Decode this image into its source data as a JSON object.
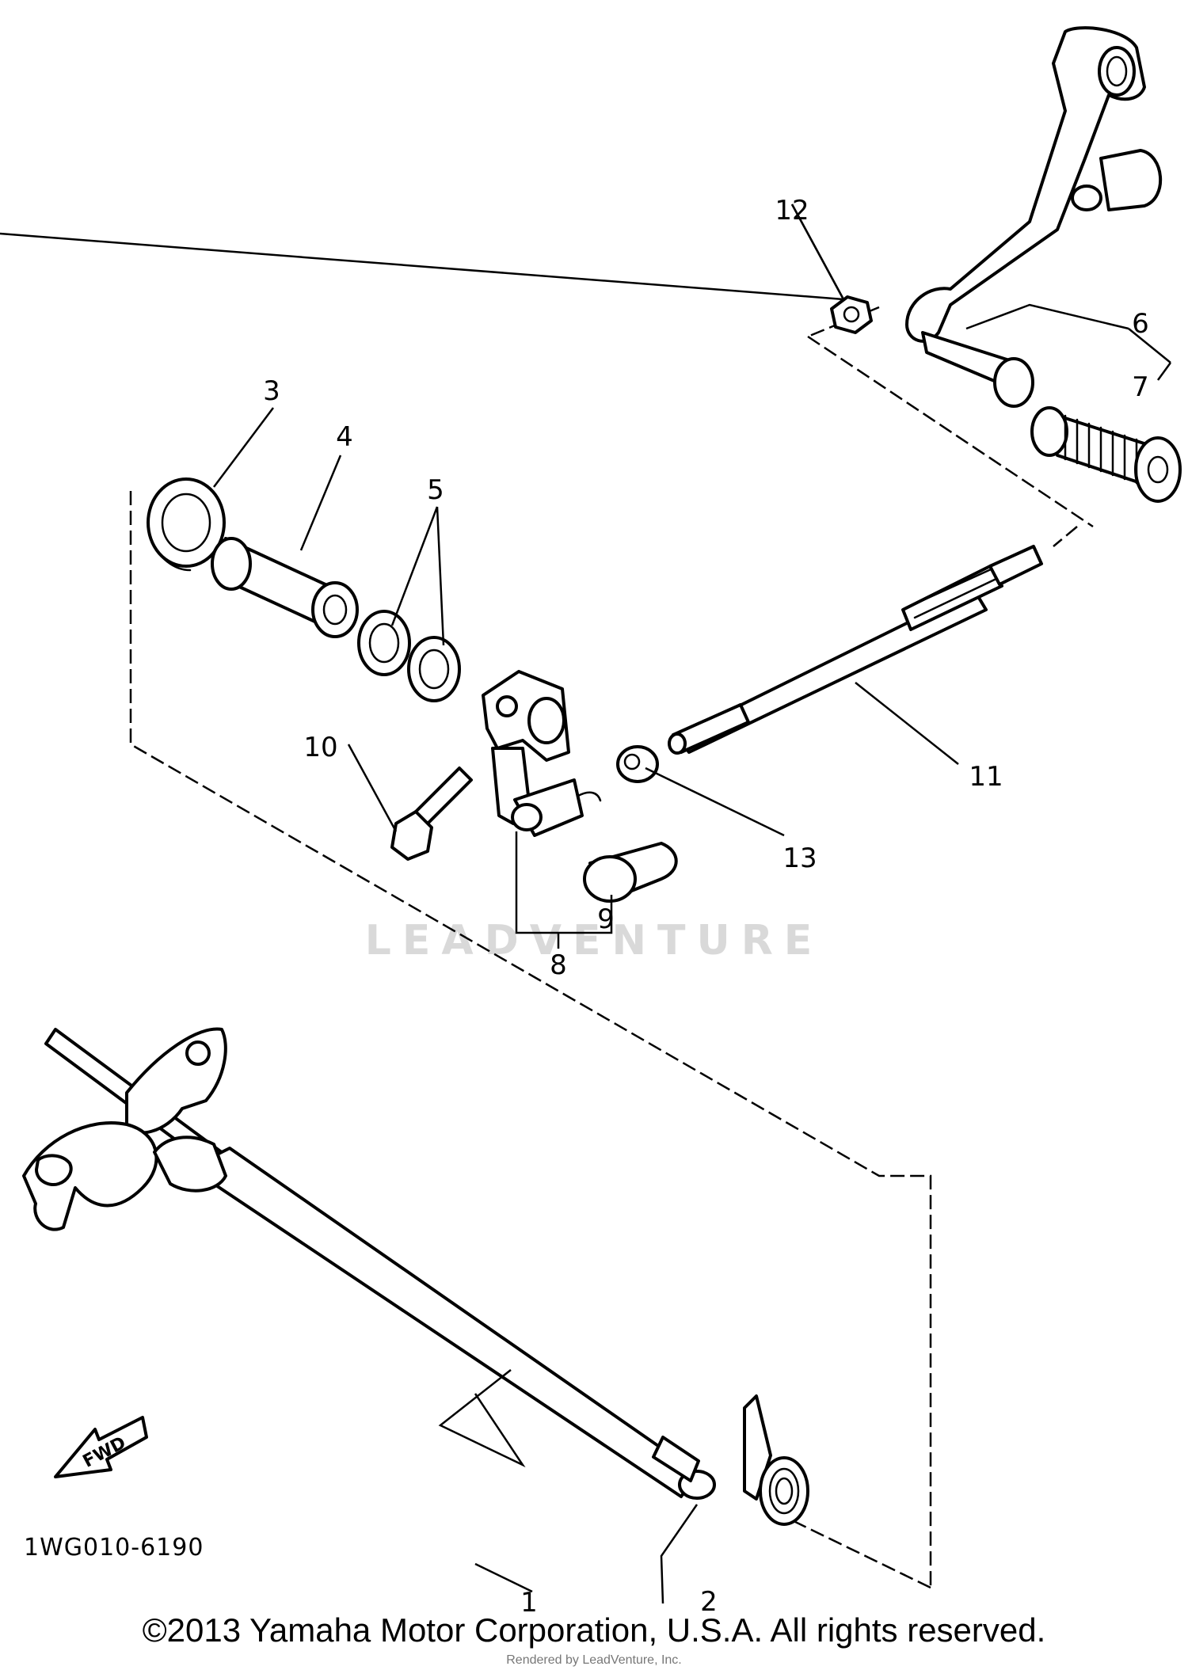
{
  "diagram": {
    "callouts": [
      {
        "id": "1",
        "label": "1"
      },
      {
        "id": "2",
        "label": "2"
      },
      {
        "id": "3",
        "label": "3"
      },
      {
        "id": "4",
        "label": "4"
      },
      {
        "id": "5",
        "label": "5"
      },
      {
        "id": "6",
        "label": "6"
      },
      {
        "id": "7",
        "label": "7"
      },
      {
        "id": "8",
        "label": "8"
      },
      {
        "id": "9",
        "label": "9"
      },
      {
        "id": "10",
        "label": "10"
      },
      {
        "id": "11",
        "label": "11"
      },
      {
        "id": "12",
        "label": "12"
      },
      {
        "id": "13",
        "label": "13"
      }
    ],
    "fwd_label": "FWD",
    "watermark": "LEADVENTURE",
    "diagram_code": "1WG010-6190"
  },
  "footer": {
    "copyright": "©2013 Yamaha Motor Corporation, U.S.A. All rights reserved.",
    "rendered_by": "Rendered by LeadVenture, Inc."
  }
}
